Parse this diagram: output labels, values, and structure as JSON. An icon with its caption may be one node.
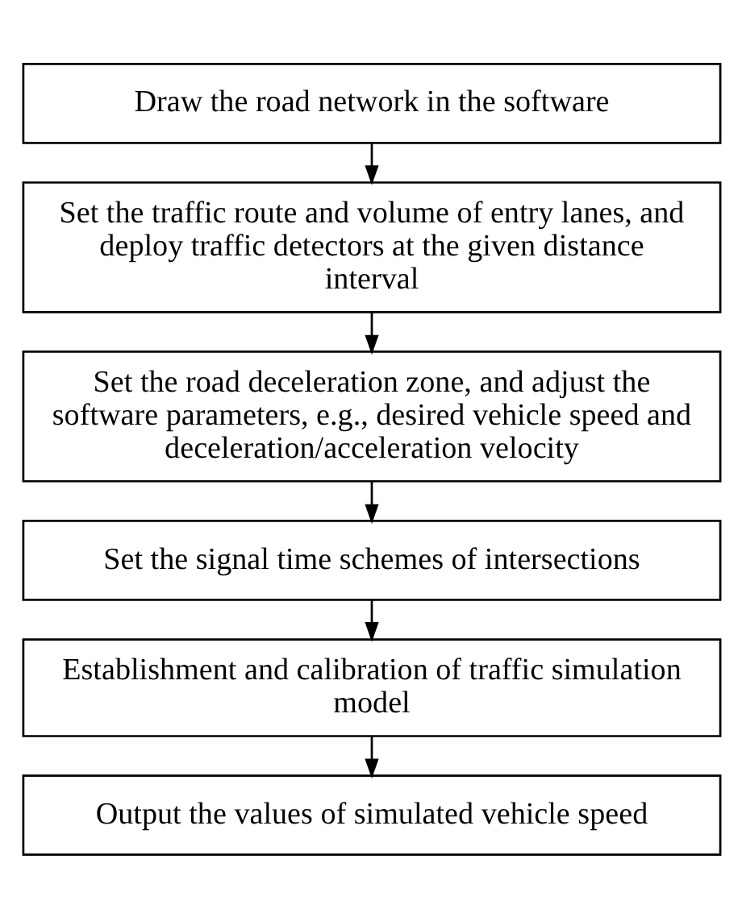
{
  "diagram": {
    "nodes": [
      {
        "text": [
          "Draw the road network in the software"
        ]
      },
      {
        "text": [
          "Set the traffic route and volume of entry lanes, and deploy traffic detectors at the given distance interval"
        ]
      },
      {
        "text": [
          "Set the road deceleration zone, and adjust the software parameters, e.g., desired vehicle speed and deceleration/acceleration velocity"
        ]
      },
      {
        "text": [
          "Set the signal time schemes of intersections"
        ]
      },
      {
        "text": [
          "Establishment and calibration of traffic simulation model"
        ]
      },
      {
        "text": [
          "Output the values of simulated vehicle speed"
        ]
      }
    ],
    "edges": [
      {
        "from": 0,
        "to": 1,
        "arrow": "to"
      },
      {
        "from": 1,
        "to": 2,
        "arrow": "to"
      },
      {
        "from": 2,
        "to": 3,
        "arrow": "to"
      },
      {
        "from": 3,
        "to": 4,
        "arrow": "to"
      },
      {
        "from": 4,
        "to": 5,
        "arrow": "to"
      }
    ]
  }
}
